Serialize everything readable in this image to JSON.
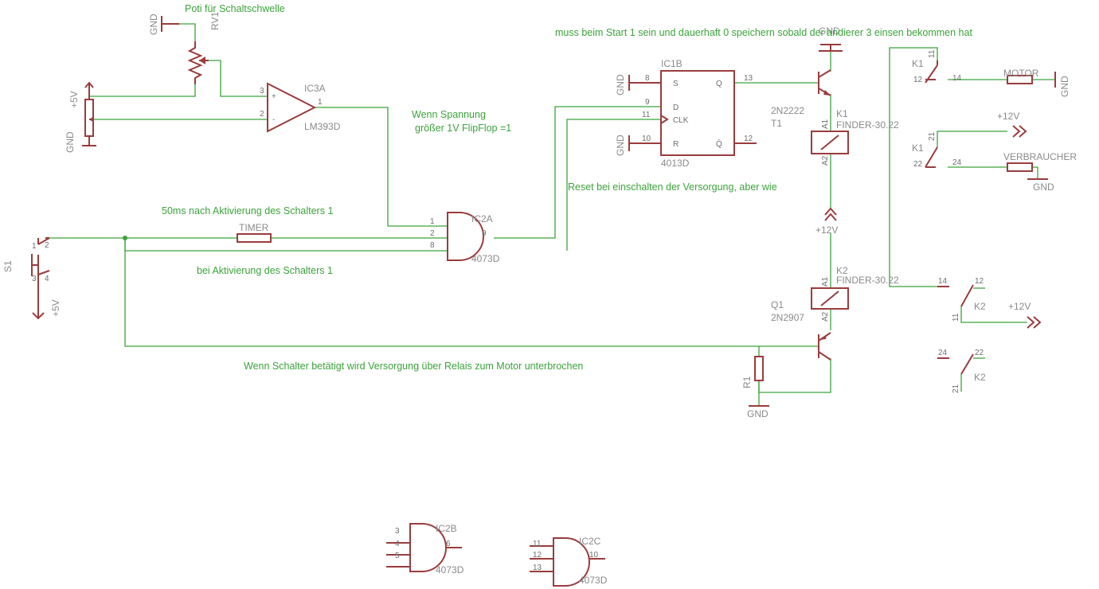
{
  "notes": {
    "poti": "Poti für Schaltschwelle",
    "start": "muss beim Start 1 sein und dauerhaft 0 speichern sobald der andierer 3 einsen bekommen hat",
    "spannung1": "Wenn Spannung",
    "spannung2": "größer 1V FlipFlop =1",
    "reset": "Reset bei einschalten der Versorgung, aber wie",
    "ms50": "50ms nach Aktivierung des Schalters 1",
    "aktivierung": "bei Aktivierung des Schalters 1",
    "schalter": "Wenn Schalter betätigt wird Versorgung über Relais zum Motor unterbrochen"
  },
  "parts": {
    "rv1": "RV1",
    "ic3a": "IC3A",
    "lm393": "LM393D",
    "ic1b": "IC1B",
    "ic4013": "4013D",
    "ic2a": "IC2A",
    "ic2b": "IC2B",
    "ic2c": "IC2C",
    "ic4073": "4073D",
    "timer": "TIMER",
    "s1": "S1",
    "t1name": "2N2222",
    "t1": "T1",
    "k1": "K1",
    "k2": "K2",
    "finder": "FINDER-30.22",
    "q1": "Q1",
    "q1name": "2N2907",
    "r1": "R1",
    "motor": "MOTOR",
    "verbraucher": "VERBRAUCHER"
  },
  "nets": {
    "gnd": "GND",
    "p5v": "+5V",
    "p12v": "+12V"
  },
  "pins": {
    "s": "S",
    "q": "Q",
    "d": "D",
    "clk": "CLK",
    "r": "R",
    "qn": "Q̄",
    "a1": "A1",
    "a2": "A2",
    "plus": "+",
    "minus": "-",
    "n1": "1",
    "n2": "2",
    "n3": "3",
    "n4": "4",
    "n5": "5",
    "n6": "6",
    "n8": "8",
    "n9": "9",
    "n10": "10",
    "n11": "11",
    "n12": "12",
    "n13": "13",
    "n14": "14",
    "n21": "21",
    "n22": "22",
    "n24": "24"
  }
}
